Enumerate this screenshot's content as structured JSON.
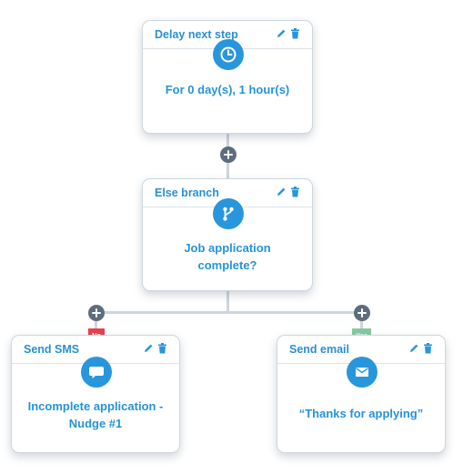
{
  "nodes": {
    "delay": {
      "title": "Delay next step",
      "body": "For 0 day(s), 1 hour(s)",
      "icon": "clock-icon"
    },
    "else_branch": {
      "title": "Else branch",
      "body_line1": "Job application",
      "body_line2": "complete?",
      "icon": "branch-icon"
    },
    "send_sms": {
      "title": "Send SMS",
      "body_line1": "Incomplete application -",
      "body_line2": "Nudge #1",
      "icon": "sms-bubble-icon"
    },
    "send_email": {
      "title": "Send email",
      "body": "“Thanks for applying”",
      "icon": "envelope-icon"
    }
  },
  "branches": {
    "no_label": "No",
    "yes_label": "Yes"
  },
  "colors": {
    "accent": "#2896dc",
    "add_button": "#5d6d7e",
    "no_tag": "#e8414f",
    "yes_tag": "#86c9a1",
    "connector": "#cdd5dd",
    "card_border": "#cdd6df"
  }
}
